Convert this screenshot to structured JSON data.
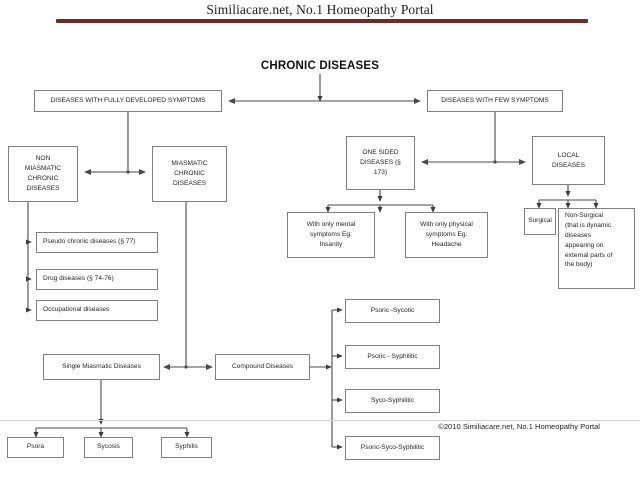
{
  "header": {
    "title": "Similiacare.net, No.1 Homeopathy Portal",
    "rule_color": "#6b2c2c"
  },
  "footer": {
    "text": "©2010 Similiacare.net, No.1 Homeopathy Portal"
  },
  "diagram": {
    "type": "flowchart",
    "title": "CHRONIC DISEASES",
    "nodes": [
      {
        "id": "root",
        "label": "CHRONIC DISEASES"
      },
      {
        "id": "fully-developed",
        "label": "DISEASES WITH FULLY DEVELOPED SYMPTOMS"
      },
      {
        "id": "few-symptoms",
        "label": "DISEASES WITH FEW SYMPTOMS"
      },
      {
        "id": "non-miasmatic",
        "label": "NON MIASMATIC CHRONIC DISEASES"
      },
      {
        "id": "miasmatic",
        "label": "MIASMATIC CHRONIC DISEASES"
      },
      {
        "id": "one-sided",
        "label": "ONE SIDED DISEASES (§ 173)"
      },
      {
        "id": "local",
        "label": "LOCAL DISEASES"
      },
      {
        "id": "pseudo-chronic",
        "label": "Pseudo chronic diseases (§ 77)"
      },
      {
        "id": "drug-diseases",
        "label": "Drug diseases (§ 74-76)"
      },
      {
        "id": "occupational",
        "label": "Occupational diseases"
      },
      {
        "id": "mental",
        "label": "With only mental symptoms Eg: Insanity"
      },
      {
        "id": "physical",
        "label": "With only physical symptoms Eg: Headache"
      },
      {
        "id": "surgical",
        "label": "Surgical"
      },
      {
        "id": "non-surgical",
        "label": "Non-Surgical (that is dynamic diseases appearing on external parts of the body)"
      },
      {
        "id": "single-miasmatic",
        "label": "Single Miasmatic Diseases"
      },
      {
        "id": "compound",
        "label": "Compound Diseases"
      },
      {
        "id": "psora",
        "label": "Psora"
      },
      {
        "id": "sycosis",
        "label": "Sycosis"
      },
      {
        "id": "syphilis",
        "label": "Syphilis"
      },
      {
        "id": "psoric-sycotic",
        "label": "Psoric -Sycotic"
      },
      {
        "id": "psoric-syphilitic",
        "label": "Psoric - Syphilitic"
      },
      {
        "id": "syco-syphilitic",
        "label": "Syco-Syphilitic"
      },
      {
        "id": "psoric-syco-syphilitic",
        "label": "Psoric-Syco-Syphilitic"
      }
    ],
    "edges": [
      {
        "from": "root",
        "to": "fully-developed"
      },
      {
        "from": "root",
        "to": "few-symptoms"
      },
      {
        "from": "fully-developed",
        "to": "non-miasmatic"
      },
      {
        "from": "fully-developed",
        "to": "miasmatic"
      },
      {
        "from": "few-symptoms",
        "to": "one-sided"
      },
      {
        "from": "few-symptoms",
        "to": "local"
      },
      {
        "from": "non-miasmatic",
        "to": "pseudo-chronic"
      },
      {
        "from": "non-miasmatic",
        "to": "drug-diseases"
      },
      {
        "from": "non-miasmatic",
        "to": "occupational"
      },
      {
        "from": "one-sided",
        "to": "mental"
      },
      {
        "from": "one-sided",
        "to": "physical"
      },
      {
        "from": "local",
        "to": "surgical"
      },
      {
        "from": "local",
        "to": "non-surgical"
      },
      {
        "from": "miasmatic",
        "to": "single-miasmatic"
      },
      {
        "from": "miasmatic",
        "to": "compound"
      },
      {
        "from": "single-miasmatic",
        "to": "psora"
      },
      {
        "from": "single-miasmatic",
        "to": "sycosis"
      },
      {
        "from": "single-miasmatic",
        "to": "syphilis"
      },
      {
        "from": "compound",
        "to": "psoric-sycotic"
      },
      {
        "from": "compound",
        "to": "psoric-syphilitic"
      },
      {
        "from": "compound",
        "to": "syco-syphilitic"
      },
      {
        "from": "compound",
        "to": "psoric-syco-syphilitic"
      }
    ],
    "node_lines": {
      "non_miasmatic": [
        "NON",
        "MIASMATIC",
        "CHRONIC",
        "DISEASES"
      ],
      "miasmatic": [
        "MIASMATIC",
        "CHRONIC",
        "DISEASES"
      ],
      "one_sided": [
        "ONE SIDED",
        "DISEASES (§",
        "173)"
      ],
      "local": [
        "LOCAL",
        "DISEASES"
      ],
      "mental": [
        "With only mental",
        "symptoms Eg:",
        "Insanity"
      ],
      "physical": [
        "With only physical",
        "symptoms Eg:",
        "Headache"
      ],
      "non_surgical": [
        "Non-Surgical",
        "(that is dynamic",
        "diseases",
        "appearing on",
        "external parts of",
        "the body)"
      ]
    }
  }
}
